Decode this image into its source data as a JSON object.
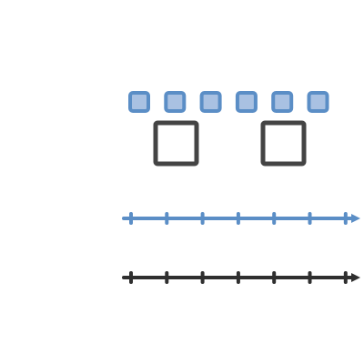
{
  "colors": {
    "background": "#ffffff",
    "small_square_fill": "#a9c1e2",
    "small_square_stroke": "#5b8ec6",
    "blue_line": "#5b8ec6",
    "big_square_stroke": "#444444",
    "black_line": "#2f2f2f"
  },
  "diagram": {
    "small_squares": {
      "count": 6
    },
    "large_squares": {
      "count": 2
    },
    "number_lines": [
      {
        "name": "blue-number-line",
        "color_key": "blue_line",
        "ticks": 7,
        "arrow": "right"
      },
      {
        "name": "black-number-line",
        "color_key": "black_line",
        "ticks": 7,
        "arrow": "right"
      }
    ]
  }
}
